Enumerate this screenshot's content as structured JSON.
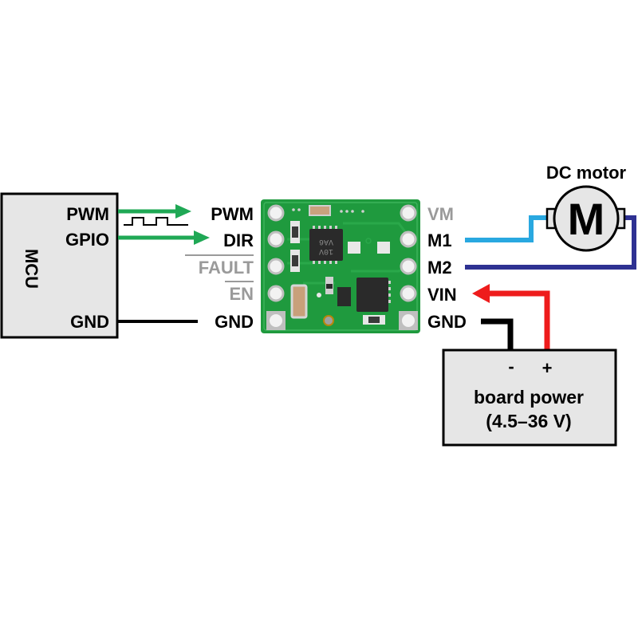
{
  "colors": {
    "signal_arrow": "#1fa855",
    "m1_wire": "#29a8e0",
    "m2_wire": "#2e3192",
    "vin_wire": "#ee1c1c",
    "gnd_wire": "#000000",
    "inactive_pin_text": "#9a9a9a",
    "active_pin_text": "#000000",
    "box_fill": "#e6e6e6",
    "pcb_green": "#1f9a3e"
  },
  "mcu": {
    "title": "MCU",
    "pins": {
      "pwm": "PWM",
      "gpio": "GPIO",
      "gnd": "GND"
    }
  },
  "driver_board": {
    "left_pins": {
      "pwm": "PWM",
      "dir": "DIR",
      "fault": "FAULT",
      "en": "EN",
      "gnd": "GND"
    },
    "right_pins": {
      "vm": "VM",
      "m1": "M1",
      "m2": "M2",
      "vin": "VIN",
      "gnd": "GND"
    },
    "chip_marking": [
      "VA6",
      "10V"
    ]
  },
  "motor": {
    "title": "DC motor",
    "symbol": "M"
  },
  "power_supply": {
    "minus": "-",
    "plus": "+",
    "title": "board power",
    "range": "(4.5–36 V)"
  }
}
